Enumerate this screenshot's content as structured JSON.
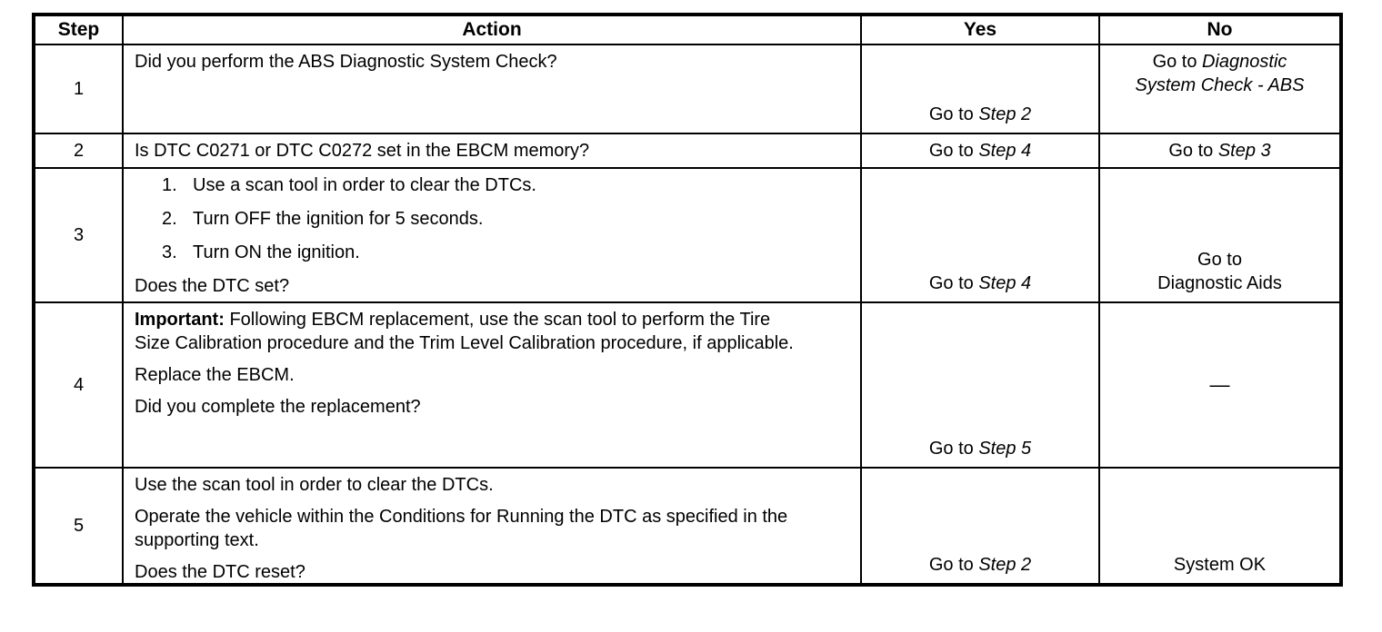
{
  "header": {
    "step": "Step",
    "action": "Action",
    "yes": "Yes",
    "no": "No"
  },
  "rows": {
    "r1": {
      "step": "1",
      "question": "Did you perform the ABS Diagnostic System Check?",
      "yes": {
        "prefix": "Go to ",
        "ref": "Step 2"
      },
      "no": {
        "prefix": "Go to ",
        "ref": "Diagnostic System Check - ABS"
      }
    },
    "r2": {
      "step": "2",
      "question": "Is DTC C0271 or DTC C0272 set in the EBCM memory?",
      "yes": {
        "prefix": "Go to ",
        "ref": "Step 4"
      },
      "no": {
        "prefix": "Go to ",
        "ref": "Step 3"
      }
    },
    "r3": {
      "step": "3",
      "list": [
        {
          "marker": "1.",
          "text": "Use a scan tool in order to clear the DTCs."
        },
        {
          "marker": "2.",
          "text": "Turn OFF the ignition for 5 seconds."
        },
        {
          "marker": "3.",
          "text": "Turn ON the ignition."
        }
      ],
      "question": "Does the DTC set?",
      "yes": {
        "prefix": "Go to ",
        "ref": "Step 4"
      },
      "no": {
        "line1": "Go to",
        "line2": "Diagnostic Aids"
      }
    },
    "r4": {
      "step": "4",
      "important_label": "Important:",
      "important_text": " Following EBCM replacement, use the scan tool to perform the Tire Size Calibration procedure and the Trim Level Calibration procedure, if applicable.",
      "para2": "Replace the EBCM.",
      "question": "Did you complete the replacement?",
      "yes": {
        "prefix": "Go to ",
        "ref": "Step 5"
      },
      "no_dash": "—"
    },
    "r5": {
      "step": "5",
      "para1": "Use the scan tool in order to clear the DTCs.",
      "para2": "Operate the vehicle within the Conditions for Running the DTC as specified in the supporting text.",
      "question": "Does the DTC reset?",
      "yes": {
        "prefix": "Go to ",
        "ref": "Step 2"
      },
      "no_text": "System OK"
    }
  }
}
